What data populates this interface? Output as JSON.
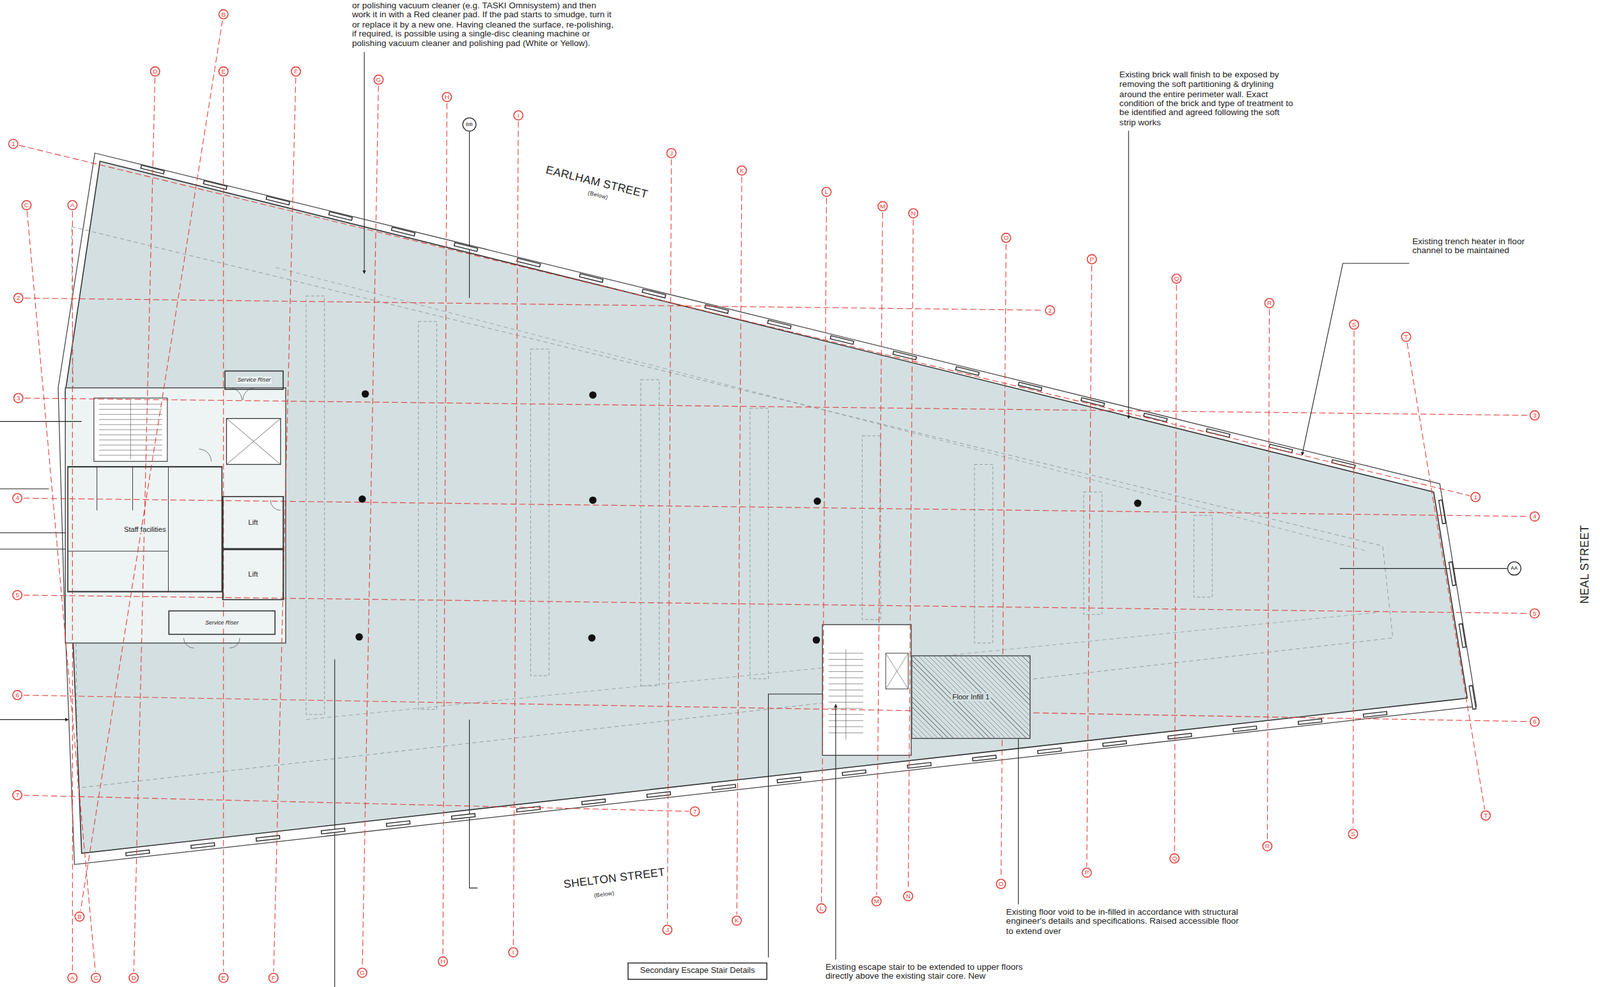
{
  "diagram": {
    "nodes": [
      {
        "text": [
          "Service Riser"
        ]
      },
      {
        "text": [
          "Staff facilities"
        ]
      },
      {
        "text": [
          "Lift"
        ]
      },
      {
        "text": [
          "Lift"
        ]
      },
      {
        "text": [
          "Service Riser"
        ]
      },
      {
        "text": [
          "Floor Infill 1"
        ]
      },
      {
        "text": [
          "Secondary Escape Stair Details"
        ]
      }
    ],
    "labels": [
      "or polishing vacuum cleaner (e.g. TASKI Omnisystem) and then work it in with a Red cleaner pad. If the pad starts to smudge, turn it or replace it by a new one. Having cleaned the surface, re-polishing, if required, is possible using a single-disc cleaning machine or polishing vacuum cleaner and polishing pad (White or Yellow).",
      "Existing brick wall finish to be exposed by removing the soft partitioning & drylining around the entire perimeter wall. Exact condition of the brick and type of treatment to be identified and agreed following the soft strip works",
      "Existing trench heater in floor channel to be maintained",
      "Existing floor void to be in-filled in accordance with structural engineer's details and specifications. Raised accessible floor to extend over",
      "Existing escape stair to be extended to upper floors directly above the existing stair core. New",
      "EARLHAM STREET",
      "(Below)",
      "SHELTON STREET",
      "(Below)",
      "NEAL STREET",
      "BB",
      "AA",
      "A",
      "A",
      "B",
      "B",
      "C",
      "C",
      "D",
      "D",
      "E",
      "E",
      "F",
      "F",
      "G",
      "G",
      "H",
      "H",
      "I",
      "I",
      "J",
      "J",
      "K",
      "K",
      "L",
      "L",
      "M",
      "M",
      "N",
      "N",
      "O",
      "O",
      "P",
      "P",
      "Q",
      "Q",
      "R",
      "R",
      "S",
      "S",
      "T",
      "T",
      "1",
      "1",
      "2",
      "2",
      "3",
      "3",
      "4",
      "4",
      "5",
      "5",
      "6",
      "6",
      "7",
      "7"
    ]
  }
}
